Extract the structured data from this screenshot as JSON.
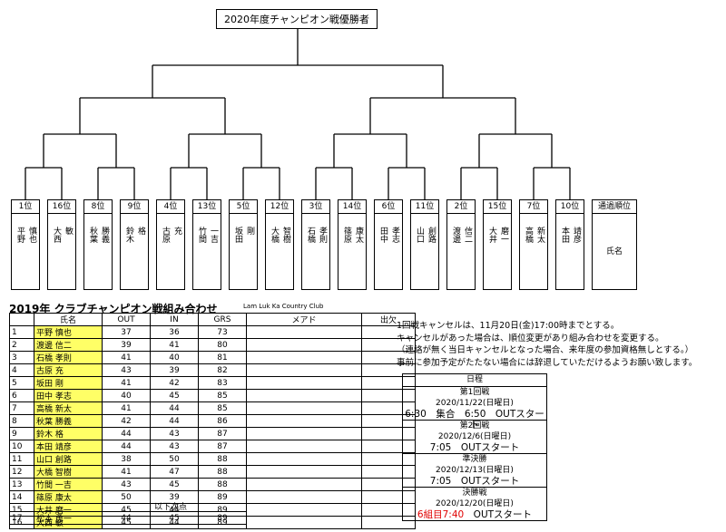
{
  "bracket": {
    "title": "2020年度チャンピオン戦優勝者",
    "slots": [
      {
        "seed": "1位",
        "surname": "平野",
        "given": "慎也"
      },
      {
        "seed": "16位",
        "surname": "大西",
        "given": "敏"
      },
      {
        "seed": "8位",
        "surname": "秋葉",
        "given": "勝義"
      },
      {
        "seed": "9位",
        "surname": "鈴木",
        "given": "格"
      },
      {
        "seed": "4位",
        "surname": "古原",
        "given": "充"
      },
      {
        "seed": "13位",
        "surname": "竹間",
        "given": "一吉"
      },
      {
        "seed": "5位",
        "surname": "坂田",
        "given": "剛"
      },
      {
        "seed": "12位",
        "surname": "大橋",
        "given": "智樹"
      },
      {
        "seed": "3位",
        "surname": "石橋",
        "given": "孝則"
      },
      {
        "seed": "14位",
        "surname": "篠原",
        "given": "康太"
      },
      {
        "seed": "6位",
        "surname": "田中",
        "given": "孝志"
      },
      {
        "seed": "11位",
        "surname": "山口",
        "given": "創路"
      },
      {
        "seed": "2位",
        "surname": "渡邊",
        "given": "信二"
      },
      {
        "seed": "15位",
        "surname": "大井",
        "given": "磨一"
      },
      {
        "seed": "7位",
        "surname": "高橋",
        "given": "新太"
      },
      {
        "seed": "10位",
        "surname": "本田",
        "given": "靖彦"
      }
    ],
    "extra_slot": {
      "seed": "通過順位",
      "name_label": "氏名"
    }
  },
  "table": {
    "title": "2019年 クラブチャンピオン戦組み合わせ",
    "club": "Lam Luk Ka Country Club",
    "headers": [
      "",
      "氏名",
      "OUT",
      "IN",
      "GRS",
      "メアド",
      "出欠"
    ],
    "rows": [
      {
        "no": "1",
        "name": "平野 慎也",
        "out": "37",
        "in": "36",
        "grs": "73"
      },
      {
        "no": "2",
        "name": "渡邊 信二",
        "out": "39",
        "in": "41",
        "grs": "80"
      },
      {
        "no": "3",
        "name": "石橋 孝則",
        "out": "41",
        "in": "40",
        "grs": "81"
      },
      {
        "no": "4",
        "name": "古原 充",
        "out": "43",
        "in": "39",
        "grs": "82"
      },
      {
        "no": "5",
        "name": "坂田 剛",
        "out": "41",
        "in": "42",
        "grs": "83"
      },
      {
        "no": "6",
        "name": "田中 孝志",
        "out": "40",
        "in": "45",
        "grs": "85"
      },
      {
        "no": "7",
        "name": "高橋 新太",
        "out": "41",
        "in": "44",
        "grs": "85"
      },
      {
        "no": "8",
        "name": "秋葉 勝義",
        "out": "42",
        "in": "44",
        "grs": "86"
      },
      {
        "no": "9",
        "name": "鈴木 格",
        "out": "44",
        "in": "43",
        "grs": "87"
      },
      {
        "no": "10",
        "name": "本田 靖彦",
        "out": "44",
        "in": "43",
        "grs": "87"
      },
      {
        "no": "11",
        "name": "山口 創路",
        "out": "38",
        "in": "50",
        "grs": "88"
      },
      {
        "no": "12",
        "name": "大橋 智樹",
        "out": "41",
        "in": "47",
        "grs": "88"
      },
      {
        "no": "13",
        "name": "竹間 一吉",
        "out": "43",
        "in": "45",
        "grs": "88"
      },
      {
        "no": "14",
        "name": "篠原 康太",
        "out": "50",
        "in": "39",
        "grs": "89"
      },
      {
        "no": "15",
        "name": "大井 磨一",
        "out": "45",
        "in": "44",
        "grs": "89"
      },
      {
        "no": "16",
        "name": "大西 敏",
        "out": "45",
        "in": "44",
        "grs": "89"
      }
    ],
    "next_label": "以下次点",
    "alt_row": {
      "no": "17",
      "name": "松本 勇一",
      "out": "44",
      "in": "45",
      "grs": "89"
    }
  },
  "notes": [
    "1回戦キャンセルは、11月20日(金)17:00時までとする。",
    "キャンセルがあった場合は、順位変更があり組み合わせを変更する。",
    "（連絡が無く当日キャンセルとなった場合、来年度の参加資格無しとする。）",
    "事前に参加予定がたたない場合には辞退していただけるようお願い致します。"
  ],
  "schedule": {
    "header": "日程",
    "r1": {
      "name": "第1回戦",
      "date": "2020/11/22(日曜日)",
      "time": "6:30　集合　6:50　OUTスタート"
    },
    "r2": {
      "name": "第2回戦",
      "date": "2020/12/6(日曜日)",
      "time": "7:05　OUTスタート"
    },
    "sf": {
      "name": "準決勝",
      "date": "2020/12/13(日曜日)",
      "time": "7:05　OUTスタート"
    },
    "fin": {
      "name": "決勝戦",
      "date": "2020/12/20(日曜日)",
      "time_red": "6組目7:40",
      "time_rest": "　OUTスタート"
    }
  },
  "colors": {
    "highlight": "#ffff66",
    "accent_red": "#e00000"
  }
}
